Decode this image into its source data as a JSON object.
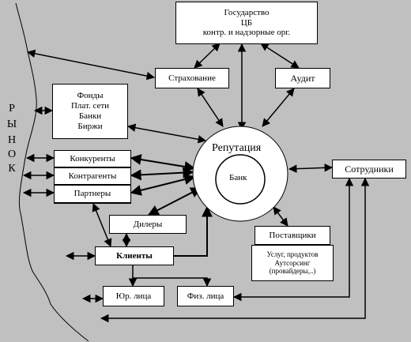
{
  "market": {
    "letters": [
      "Р",
      "Ы",
      "Н",
      "О",
      "К"
    ]
  },
  "state": {
    "lines": [
      "Государство",
      "ЦБ",
      "контр. и надзорные орг."
    ]
  },
  "insurance": "Страхование",
  "audit": "Аудит",
  "funds": {
    "lines": [
      "Фонды",
      "Плат. сети",
      "Банки",
      "Биржи"
    ]
  },
  "stakeholders": [
    "Конкуренты",
    "Контрагенты",
    "Партнеры"
  ],
  "reputation": "Репутация",
  "bank": "Банк",
  "employees": "Сотрудники",
  "dealers": "Дилеры",
  "clients": "Клиенты",
  "suppliers": {
    "title": "Поставщики",
    "details": [
      "Услуг, продуктов",
      "Аутсорсинг",
      "(провайдеры,..)"
    ]
  },
  "legal_entities": "Юр. лица",
  "individuals": "Физ. лица",
  "colors": {
    "background": "#c0c0c0",
    "box": "#ffffff",
    "line": "#000000"
  }
}
